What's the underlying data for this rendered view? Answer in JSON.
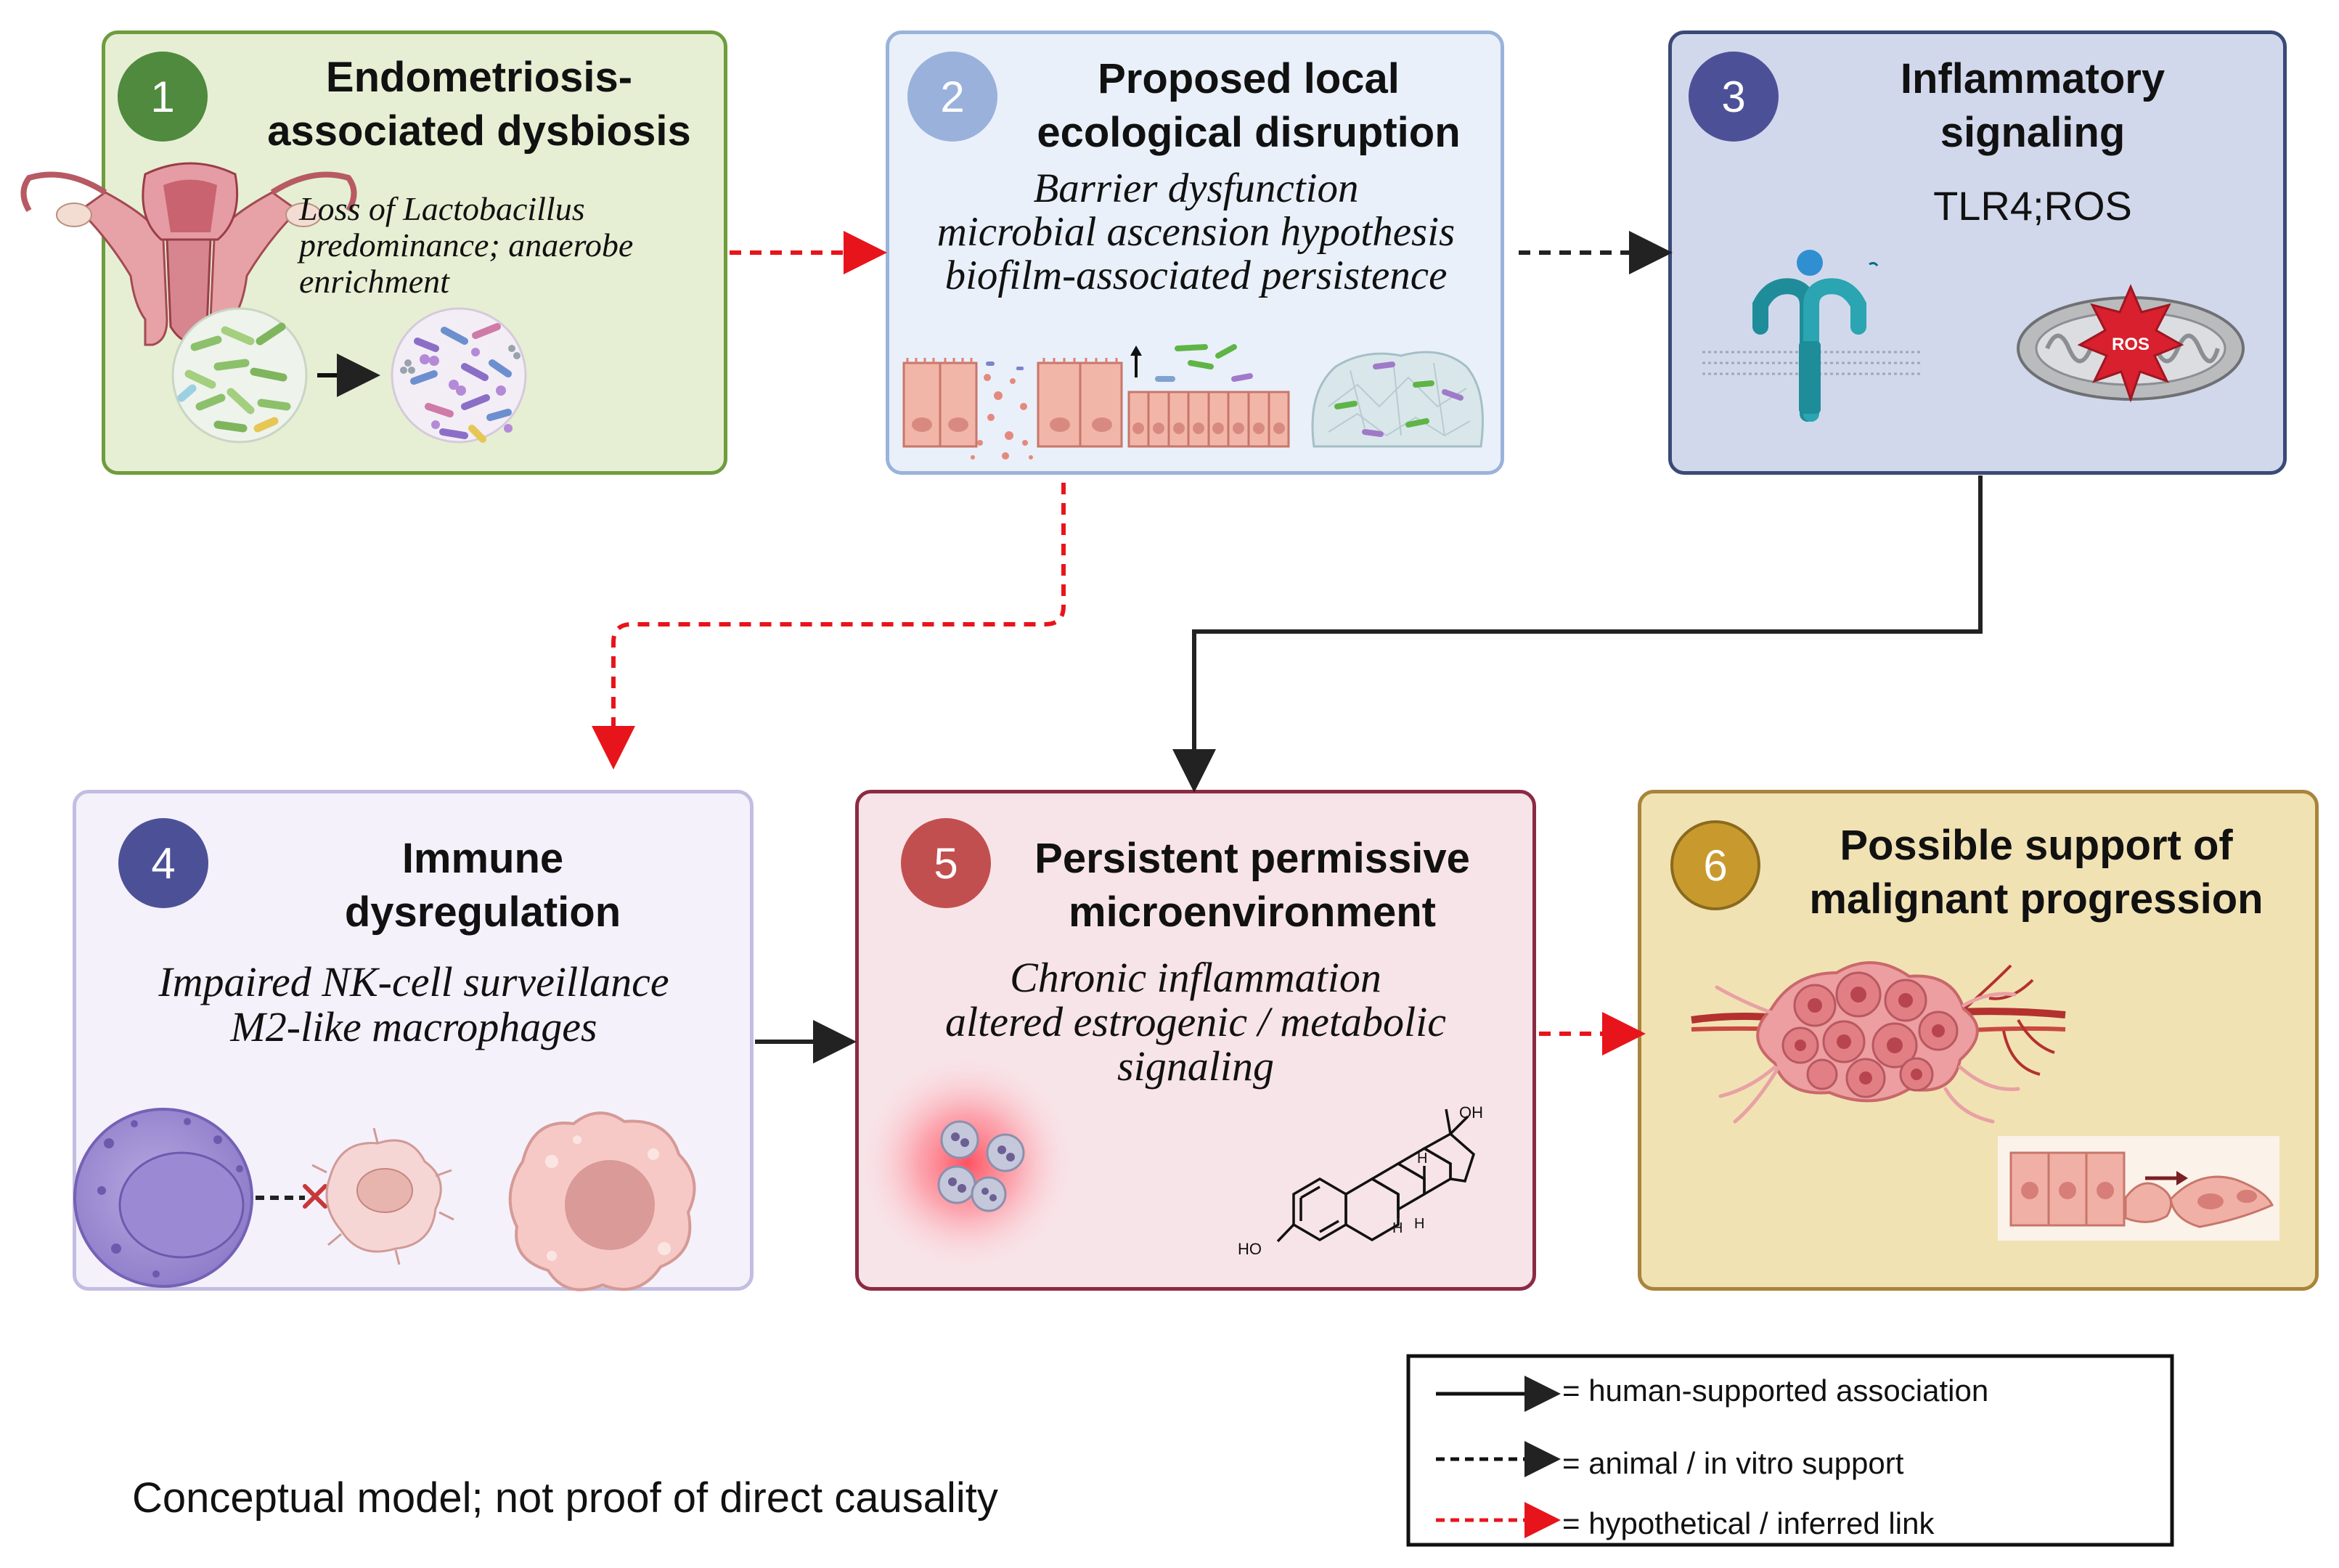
{
  "boxes": {
    "b1": {
      "number": "1",
      "title": "Endometriosis-\nassociated dysbiosis",
      "subtitle": "Loss of Lactobacillus\npredominance; anaerobe\nenrichment",
      "colors": {
        "fill": "#e6efd3",
        "border": "#6f9c3d",
        "badge": "#4f8a3e"
      }
    },
    "b2": {
      "number": "2",
      "title": "Proposed local\necological disruption",
      "subtitle": "Barrier dysfunction\nmicrobial ascension hypothesis\nbiofilm-associated persistence",
      "colors": {
        "fill": "#e9f0fa",
        "border": "#9ab3db",
        "badge": "#9ab1dc"
      }
    },
    "b3": {
      "number": "3",
      "title": "Inflammatory\nsignaling",
      "subtitle": "TLR4;ROS",
      "mito_label": "ROS",
      "colors": {
        "fill": "#d2d8eb",
        "border": "#3a4a78",
        "badge": "#4c5197"
      }
    },
    "b4": {
      "number": "4",
      "title": "Immune\ndysregulation",
      "subtitle": "Impaired NK-cell surveillance\nM2-like macrophages",
      "colors": {
        "fill": "#f4f1fb",
        "border": "#c3bde2",
        "badge": "#4c5197"
      }
    },
    "b5": {
      "number": "5",
      "title": "Persistent permissive\nmicroenvironment",
      "subtitle": "Chronic inflammation\naltered estrogenic / metabolic\nsignaling",
      "colors": {
        "fill": "#f7e4e8",
        "border": "#8c2a44",
        "badge": "#c24f4f"
      },
      "steroid_labels": {
        "oh": "OH",
        "ho": "HO",
        "h": "H"
      }
    },
    "b6": {
      "number": "6",
      "title": "Possible support of\nmalignant progression",
      "colors": {
        "fill": "#f1e2b4",
        "border": "#a8853a",
        "badge": "#c89a2e"
      }
    }
  },
  "legend": {
    "solid": "= human-supported association",
    "black_dashed": "= animal / in vitro support",
    "red_dashed": "= hypothetical / inferred link"
  },
  "footnote": "Conceptual model; not proof of direct causality",
  "colors": {
    "arrow_black": "#222222",
    "arrow_red": "#e8141b"
  }
}
